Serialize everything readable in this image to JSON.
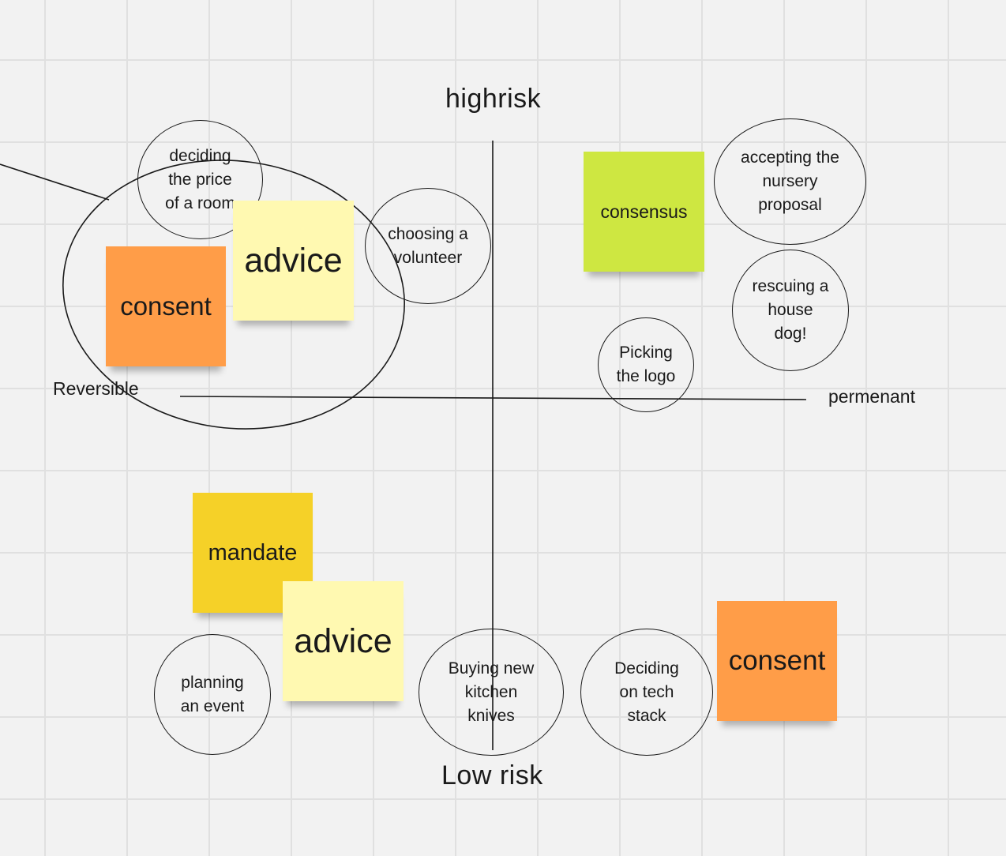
{
  "axes": {
    "top": "highrisk",
    "bottom": "Low risk",
    "left": "Reversible",
    "right": "permenant"
  },
  "stickies": [
    {
      "id": "consent-top",
      "text": "consent",
      "color": "#ff9d48"
    },
    {
      "id": "advice-top",
      "text": "advice",
      "color": "#fff9b1"
    },
    {
      "id": "consensus",
      "text": "consensus",
      "color": "#cee741"
    },
    {
      "id": "mandate",
      "text": "mandate",
      "color": "#f5d128"
    },
    {
      "id": "advice-bottom",
      "text": "advice",
      "color": "#fff9b1"
    },
    {
      "id": "consent-bottom",
      "text": "consent",
      "color": "#ff9d48"
    }
  ],
  "circles": [
    {
      "id": "price-room",
      "lines": [
        "deciding",
        "the price",
        "of a room"
      ]
    },
    {
      "id": "volunteer",
      "lines": [
        "choosing a",
        "volunteer"
      ]
    },
    {
      "id": "nursery",
      "lines": [
        "accepting the",
        "nursery",
        "proposal"
      ]
    },
    {
      "id": "dog",
      "lines": [
        "rescuing a",
        "house",
        "dog!"
      ]
    },
    {
      "id": "logo",
      "lines": [
        "Picking",
        "the logo"
      ]
    },
    {
      "id": "event",
      "lines": [
        "planning",
        "an event"
      ]
    },
    {
      "id": "knives",
      "lines": [
        "Buying new",
        "kitchen",
        "knives"
      ]
    },
    {
      "id": "tech",
      "lines": [
        "Deciding",
        "on tech",
        "stack"
      ]
    }
  ]
}
